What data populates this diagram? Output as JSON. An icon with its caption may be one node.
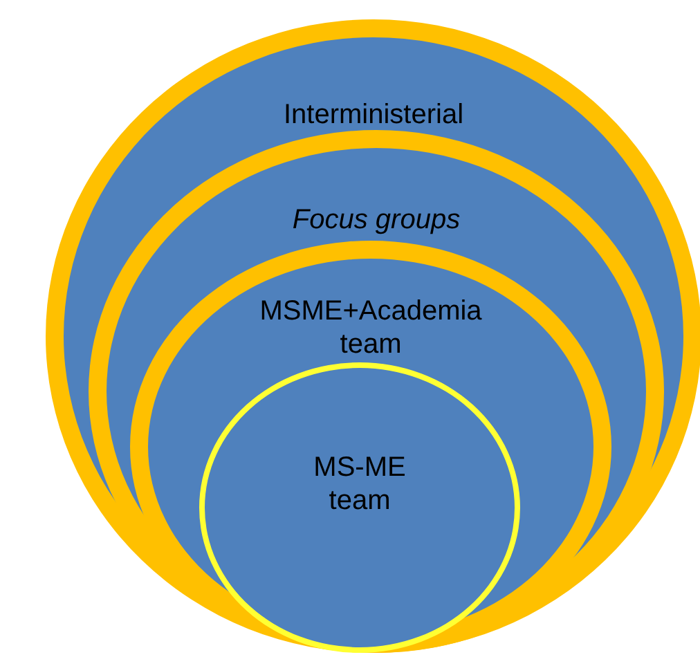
{
  "diagram": {
    "nodes": [
      {
        "text": [
          "Interministerial"
        ]
      },
      {
        "text": [
          "Focus groups"
        ],
        "in": 0
      },
      {
        "text": [
          "MSME+Academia team"
        ],
        "in": 1
      },
      {
        "text": [
          "MS-ME team"
        ],
        "in": 2
      }
    ]
  }
}
